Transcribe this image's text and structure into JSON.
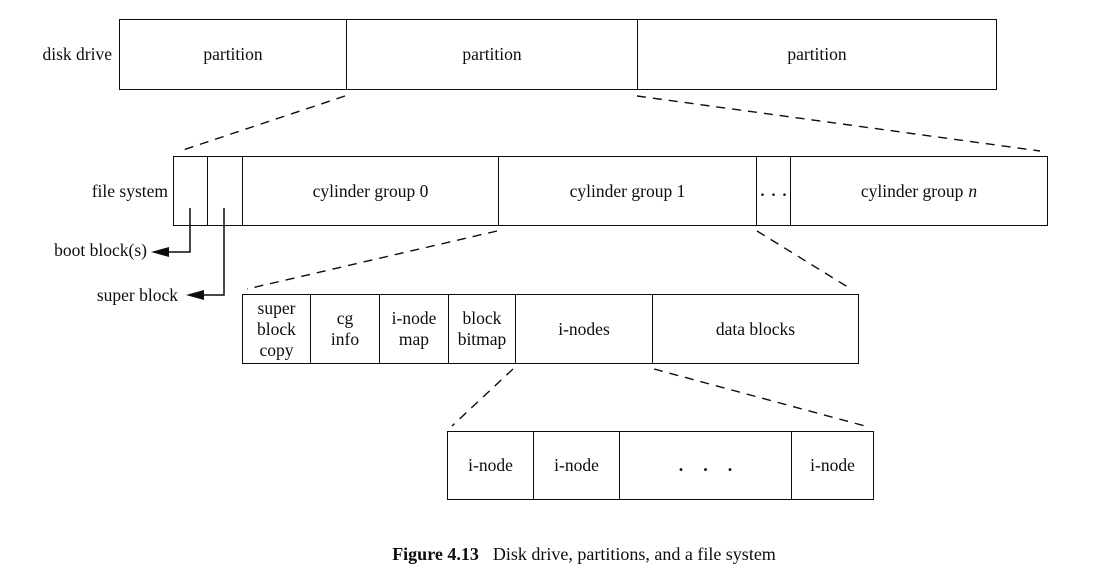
{
  "figure": {
    "side_labels": {
      "disk_drive": "disk drive",
      "file_system": "file system",
      "boot_block": "boot block(s)",
      "super_block": "super block"
    },
    "disk_drive_row": {
      "cells": [
        "partition",
        "partition",
        "partition"
      ]
    },
    "file_system_row": {
      "boot_cell": "",
      "super_cell": "",
      "cg0": "cylinder group 0",
      "cg1": "cylinder group 1",
      "dots": "...",
      "cgn_prefix": "cylinder group",
      "cgn_var": "n"
    },
    "cylinder_group_row": {
      "cells": [
        "super\nblock\ncopy",
        "cg\ninfo",
        "i-node\nmap",
        "block\nbitmap",
        "i-nodes",
        "data blocks"
      ]
    },
    "inode_row": {
      "cells": [
        "i-node",
        "i-node",
        "...",
        "i-node"
      ]
    },
    "style": {
      "ink_color": "#0d0d0d",
      "background_color": "#ffffff"
    }
  },
  "caption": {
    "tag": "Figure 4.13",
    "text": "Disk drive, partitions, and a file system"
  }
}
